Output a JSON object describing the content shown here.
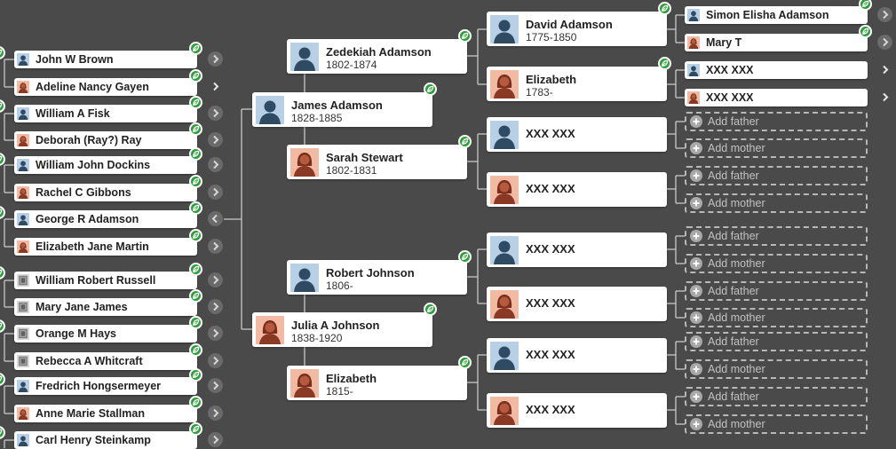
{
  "colors": {
    "background": "#4a4a4a",
    "card": "#ffffff",
    "hint_green": "#2e9e3a",
    "male_avatar_bg": "#b7d0e6",
    "female_avatar_bg": "#f2b9a3",
    "placeholder_border": "#b8b8b8"
  },
  "icons": {
    "hint": "leaf-hint-icon",
    "male_avatar": "male-silhouette-icon",
    "female_avatar": "female-silhouette-icon",
    "photo_avatar": "photo-thumbnail-icon",
    "expand": "chevron-right-icon",
    "collapse": "chevron-left-icon",
    "add": "plus-icon"
  },
  "left_column": [
    {
      "name": "John W Brown",
      "gender": "male"
    },
    {
      "name": "Adeline Nancy Gayen",
      "gender": "female"
    },
    {
      "name": "William A Fisk",
      "gender": "male"
    },
    {
      "name": "Deborah (Ray?) Ray",
      "gender": "female"
    },
    {
      "name": "William John Dockins",
      "gender": "male"
    },
    {
      "name": "Rachel C Gibbons",
      "gender": "female"
    },
    {
      "name": "George R Adamson",
      "gender": "male"
    },
    {
      "name": "Elizabeth Jane Martin",
      "gender": "female"
    },
    {
      "name": "William Robert Russell",
      "gender": "photo"
    },
    {
      "name": "Mary Jane James",
      "gender": "photo"
    },
    {
      "name": "Orange M Hays",
      "gender": "photo"
    },
    {
      "name": "Rebecca A Whitcraft",
      "gender": "photo"
    },
    {
      "name": "Fredrich Hongsermeyer",
      "gender": "male"
    },
    {
      "name": "Anne Marie Stallman",
      "gender": "female"
    },
    {
      "name": "Carl Henry Steinkamp",
      "gender": "male"
    }
  ],
  "generation_1": [
    {
      "name": "James Adamson",
      "dates": "1828-1885",
      "gender": "male"
    },
    {
      "name": "Julia A Johnson",
      "dates": "1838-1920",
      "gender": "female"
    }
  ],
  "generation_2": [
    {
      "name": "Zedekiah Adamson",
      "dates": "1802-1874",
      "gender": "male"
    },
    {
      "name": "Sarah Stewart",
      "dates": "1802-1831",
      "gender": "female"
    },
    {
      "name": "Robert Johnson",
      "dates": "1806-",
      "gender": "male"
    },
    {
      "name": "Elizabeth",
      "dates": "1815-",
      "gender": "female"
    }
  ],
  "generation_3": [
    {
      "name": "David Adamson",
      "dates": "1775-1850",
      "gender": "male"
    },
    {
      "name": "Elizabeth",
      "dates": "1783-",
      "gender": "female"
    },
    {
      "name": "XXX XXX",
      "dates": "",
      "gender": "male"
    },
    {
      "name": "XXX XXX",
      "dates": "",
      "gender": "female"
    },
    {
      "name": "XXX XXX",
      "dates": "",
      "gender": "male"
    },
    {
      "name": "XXX XXX",
      "dates": "",
      "gender": "female"
    },
    {
      "name": "XXX XXX",
      "dates": "",
      "gender": "male"
    },
    {
      "name": "XXX XXX",
      "dates": "",
      "gender": "female"
    }
  ],
  "generation_4": [
    {
      "name": "Simon Elisha Adamson",
      "gender": "male"
    },
    {
      "name": "Mary T",
      "gender": "female"
    },
    {
      "name": "XXX XXX",
      "gender": "male"
    },
    {
      "name": "XXX XXX",
      "gender": "female"
    }
  ],
  "add_father_label": "Add father",
  "add_mother_label": "Add mother"
}
